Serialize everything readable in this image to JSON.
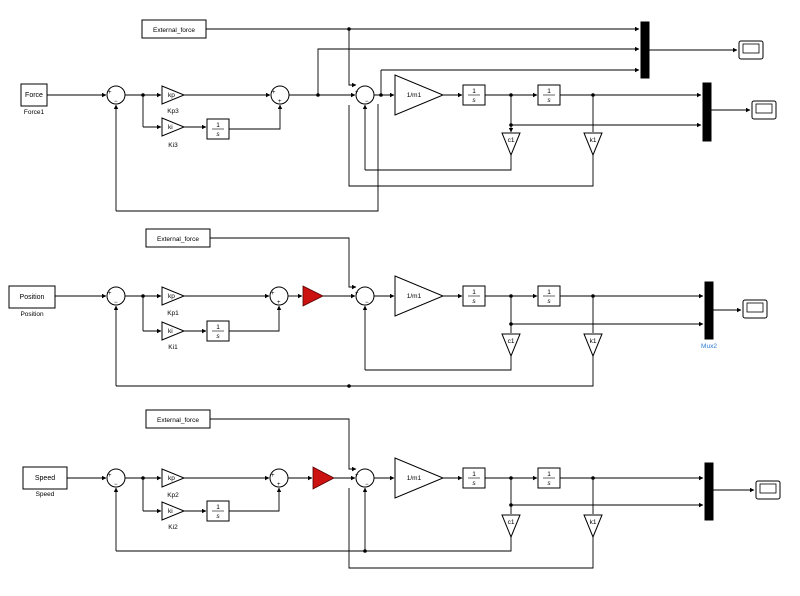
{
  "rows": [
    {
      "source": {
        "label": "Force",
        "caption": "Force1"
      },
      "ext": "External_force",
      "kp": {
        "label": "kp",
        "caption": "Kp3"
      },
      "ki": {
        "label": "ki",
        "caption": "Ki3"
      },
      "integrator": {
        "num": "1",
        "den": "s"
      },
      "gain": "1/m1",
      "c": "c1",
      "k": "k1",
      "mux_caption": "",
      "has_saturation": false
    },
    {
      "source": {
        "label": "Position",
        "caption": "Position"
      },
      "ext": "External_force",
      "kp": {
        "label": "kp",
        "caption": "Kp1"
      },
      "ki": {
        "label": "ki",
        "caption": "Ki1"
      },
      "integrator": {
        "num": "1",
        "den": "s"
      },
      "gain": "1/m1",
      "c": "c1",
      "k": "k1",
      "mux_caption": "Mux2",
      "has_saturation": true
    },
    {
      "source": {
        "label": "Speed",
        "caption": "Speed"
      },
      "ext": "External_force",
      "kp": {
        "label": "kp",
        "caption": "Kp2"
      },
      "ki": {
        "label": "ki",
        "caption": "Ki2"
      },
      "integrator": {
        "num": "1",
        "den": "s"
      },
      "gain": "1/m1",
      "c": "c1",
      "k": "k1",
      "mux_caption": "",
      "has_saturation": true
    }
  ],
  "colors": {
    "wire": "#000000",
    "saturation": "#cc1111",
    "mux_caption": "#2a7ad6"
  },
  "icons": {
    "scope": "scope-icon",
    "mux": "mux-icon",
    "saturation": "saturation-icon"
  }
}
